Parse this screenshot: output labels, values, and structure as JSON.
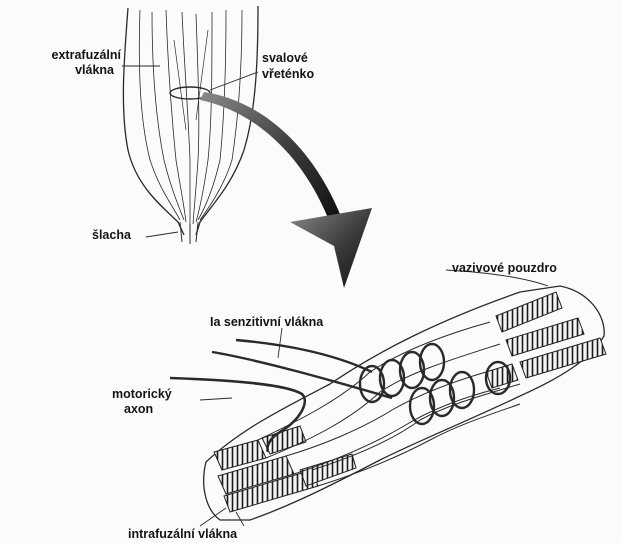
{
  "labels": {
    "extrafusal_line1": "extrafuzální",
    "extrafusal_line2": "vlákna",
    "spindle_line1": "svalové",
    "spindle_line2": "vřeténko",
    "tendon": "šlacha",
    "capsule": "vazivové pouzdro",
    "sensory": "Ia senzitivní vlákna",
    "motor_line1": "motorický",
    "motor_line2": "axon",
    "intrafusal": "intrafuzální vlákna"
  },
  "colors": {
    "background": "#fbfbf9",
    "ink": "#141414",
    "arrow_dark": "#1e1e1e",
    "arrow_light": "#7a7a7a"
  }
}
